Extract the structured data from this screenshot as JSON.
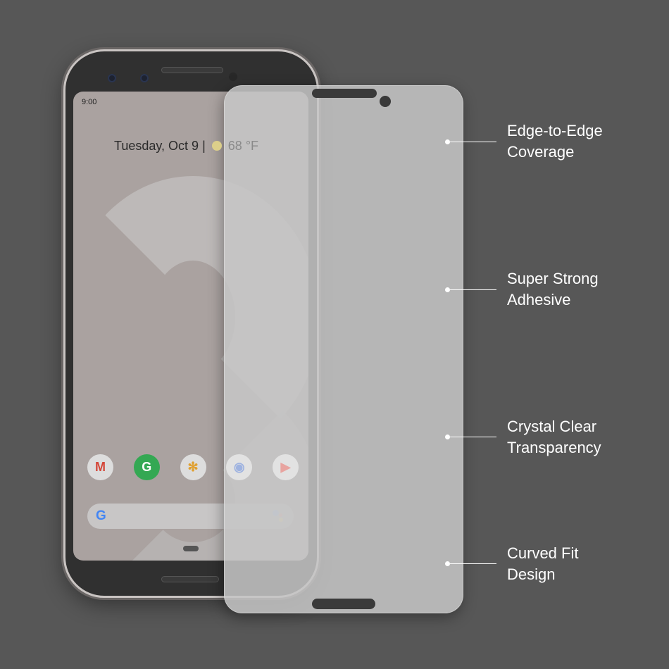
{
  "phone": {
    "status_time": "9:00",
    "date": "Tuesday, Oct 9",
    "separator": "|",
    "temperature": "68 °F",
    "apps": [
      {
        "name": "gmail",
        "glyph": "M",
        "color": "#d44638"
      },
      {
        "name": "maps",
        "glyph": "G",
        "color": "#34a853"
      },
      {
        "name": "photos",
        "glyph": "✻",
        "color": "#fbbc05"
      },
      {
        "name": "chrome",
        "glyph": "◉",
        "color": "#4285f4"
      },
      {
        "name": "youtube",
        "glyph": "▶",
        "color": "#e8a4a0"
      }
    ],
    "search_logo": "G"
  },
  "features": [
    {
      "line1": "Edge-to-Edge",
      "line2": "Coverage"
    },
    {
      "line1": "Super Strong",
      "line2": "Adhesive"
    },
    {
      "line1": "Crystal Clear",
      "line2": "Transparency"
    },
    {
      "line1": "Curved Fit",
      "line2": "Design"
    }
  ],
  "colors": {
    "background": "#575757",
    "film": "#c6c6c6",
    "label": "#ffffff"
  }
}
